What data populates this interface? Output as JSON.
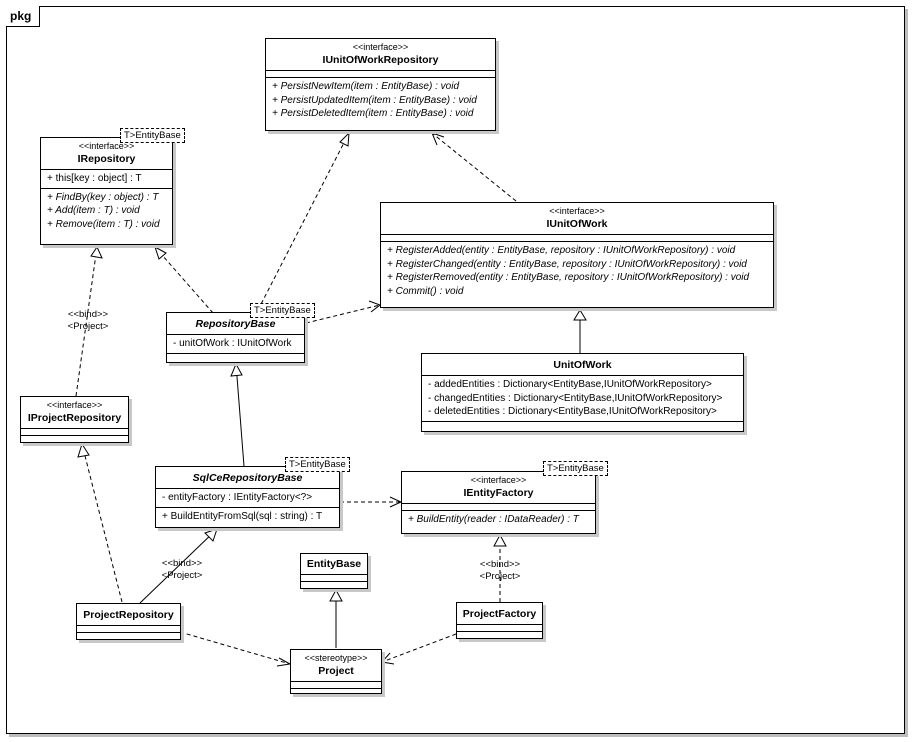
{
  "frame": {
    "tab": "pkg"
  },
  "classes": {
    "iunitofworkrepository": {
      "stereotype": "<<interface>>",
      "name": "IUnitOfWorkRepository",
      "operations": [
        "+ PersistNewItem(item : EntityBase) : void",
        "+ PersistUpdatedItem(item : EntityBase) : void",
        "+ PersistDeletedItem(item : EntityBase) : void"
      ]
    },
    "irepository": {
      "stereotype": "<<interface>>",
      "name": "IRepository",
      "template": "T>EntityBase",
      "attributes": [
        "+ this[key : object] : T"
      ],
      "operations": [
        "+ FindBy(key : object) : T",
        "+ Add(item : T) : void",
        "+ Remove(item : T) : void"
      ]
    },
    "iunitofwork": {
      "stereotype": "<<interface>>",
      "name": "IUnitOfWork",
      "operations": [
        "+ RegisterAdded(entity : EntityBase, repository : IUnitOfWorkRepository) : void",
        "+ RegisterChanged(entity : EntityBase, repository : IUnitOfWorkRepository) : void",
        "+ RegisterRemoved(entity : EntityBase, repository : IUnitOfWorkRepository) : void",
        "+ Commit() : void"
      ]
    },
    "repositorybase": {
      "name": "RepositoryBase",
      "template": "T>EntityBase",
      "attributes": [
        "- unitOfWork : IUnitOfWork"
      ]
    },
    "unitofwork": {
      "name": "UnitOfWork",
      "attributes": [
        "- addedEntities : Dictionary<EntityBase,IUnitOfWorkRepository>",
        "- changedEntities : Dictionary<EntityBase,IUnitOfWorkRepository>",
        "- deletedEntities : Dictionary<EntityBase,IUnitOfWorkRepository>"
      ]
    },
    "iprojectrepository": {
      "stereotype": "<<interface>>",
      "name": "IProjectRepository"
    },
    "sqlcerepositorybase": {
      "name": "SqlCeRepositoryBase",
      "template": "T>EntityBase",
      "attributes": [
        "- entityFactory : IEntityFactory<?>"
      ],
      "operations": [
        "+ BuildEntityFromSql(sql : string) : T"
      ]
    },
    "ientityfactory": {
      "stereotype": "<<interface>>",
      "name": "IEntityFactory",
      "template": "T>EntityBase",
      "operations": [
        "+ BuildEntity(reader : IDataReader) : T"
      ]
    },
    "entitybase": {
      "name": "EntityBase"
    },
    "projectrepository": {
      "name": "ProjectRepository"
    },
    "projectfactory": {
      "name": "ProjectFactory"
    },
    "project": {
      "stereotype": "<<stereotype>>",
      "name": "Project"
    }
  },
  "labels": {
    "bind_irepository": {
      "bind": "<<bind>>",
      "param": "<Project>"
    },
    "bind_sqlce": {
      "bind": "<<bind>>",
      "param": "<Project>"
    },
    "bind_factory": {
      "bind": "<<bind>>",
      "param": "<Project>"
    }
  }
}
